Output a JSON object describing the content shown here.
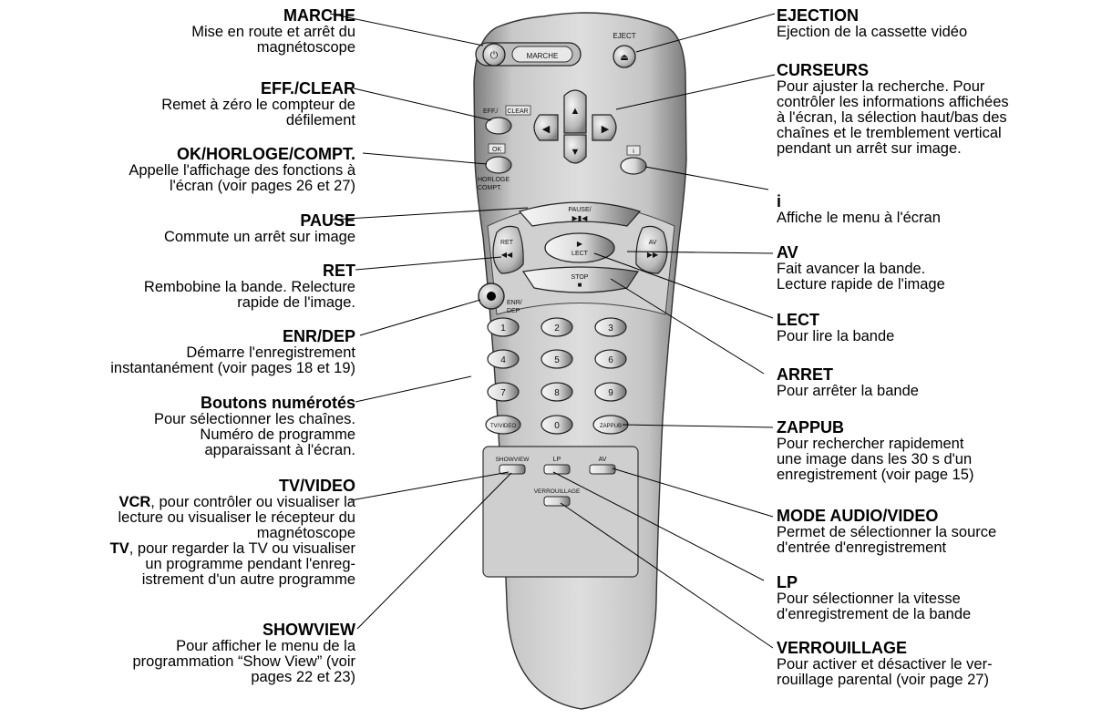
{
  "remote": {
    "marche": "MARCHE",
    "eject": "EJECT",
    "eff_clear": "EFF./",
    "clear": "CLEAR",
    "ok": "OK",
    "horloge": "HORLOGE",
    "compt": "COMPT.",
    "info": "i",
    "pause": "PAUSE/",
    "ret": "RET",
    "av_button": "AV",
    "lect": "LECT",
    "stop": "STOP",
    "enr": "ENR/",
    "dep": "DEP",
    "digits": [
      "1",
      "2",
      "3",
      "4",
      "5",
      "6",
      "7",
      "8",
      "9"
    ],
    "tv_video": "TV/VIDEO",
    "zero": "0",
    "zappub": "ZAPPUB",
    "showview": "SHOWVIEW",
    "lp": "LP",
    "av_switch": "AV",
    "verrouillage": "VERROUILLAGE"
  },
  "callouts": {
    "marche": {
      "title": "MARCHE",
      "lines": [
        "Mise en route et arrêt du",
        "magnétoscope"
      ]
    },
    "eff_clear": {
      "title": "EFF./CLEAR",
      "lines": [
        "Remet à zéro le compteur de",
        "défilement"
      ]
    },
    "ok_horloge": {
      "title": "OK/HORLOGE/COMPT.",
      "lines": [
        "Appelle l'affichage des fonctions à",
        "l'écran (voir pages 26 et 27)"
      ]
    },
    "pause": {
      "title": "PAUSE",
      "lines": [
        "Commute un arrêt sur image"
      ]
    },
    "ret": {
      "title": "RET",
      "lines": [
        "Rembobine la bande. Relecture",
        "rapide de l'image."
      ]
    },
    "enr_dep": {
      "title": "ENR/DEP",
      "lines": [
        "Démarre l'enregistrement",
        "instantanément (voir pages 18 et 19)"
      ]
    },
    "boutons": {
      "title": "Boutons numérotés",
      "lines": [
        "Pour sélectionner les chaînes.",
        "Numéro de programme",
        "apparaissant à l'écran."
      ]
    },
    "tv_video": {
      "title": "TV/VIDEO",
      "vcr_label": "VCR",
      "vcr_lines": [
        ", pour contrôler ou visualiser la",
        "lecture ou visualiser le récepteur du",
        "magnétoscope"
      ],
      "tv_label": "TV",
      "tv_lines": [
        ", pour regarder la TV ou visualiser",
        "un programme pendant l'enreg-",
        "istrement d'un autre programme"
      ]
    },
    "showview": {
      "title": "SHOWVIEW",
      "lines": [
        "Pour afficher le menu de la",
        "programmation “Show View” (voir",
        "pages 22 et 23)"
      ]
    },
    "ejection": {
      "title": "EJECTION",
      "lines": [
        "Ejection de la cassette vidéo"
      ]
    },
    "curseurs": {
      "title": "CURSEURS",
      "lines": [
        "Pour ajuster la recherche. Pour",
        "contrôler les informations affichées",
        "à l'écran, la sélection haut/bas des",
        "chaînes et le tremblement vertical",
        "pendant un arrêt sur image."
      ]
    },
    "i": {
      "title": "i",
      "lines": [
        "Affiche le menu à l'écran"
      ]
    },
    "av": {
      "title": "AV",
      "lines": [
        "Fait avancer la bande.",
        "Lecture rapide de l'image"
      ]
    },
    "lect": {
      "title": "LECT",
      "lines": [
        "Pour lire la bande"
      ]
    },
    "arret": {
      "title": "ARRET",
      "lines": [
        "Pour arrêter la bande"
      ]
    },
    "zappub": {
      "title": "ZAPPUB",
      "lines": [
        "Pour rechercher rapidement",
        "une image dans les 30 s d'un",
        "enregistrement (voir page 15)"
      ]
    },
    "mode_audio": {
      "title": "MODE AUDIO/VIDEO",
      "lines": [
        "Permet de sélectionner la source",
        "d'entrée d'enregistrement"
      ]
    },
    "lp": {
      "title": "LP",
      "lines": [
        "Pour sélectionner la vitesse",
        "d'enregistrement de la bande"
      ]
    },
    "verrouillage": {
      "title": "VERROUILLAGE",
      "lines": [
        "Pour activer et désactiver le ver-",
        "rouillage parental (voir page 27)"
      ]
    }
  }
}
